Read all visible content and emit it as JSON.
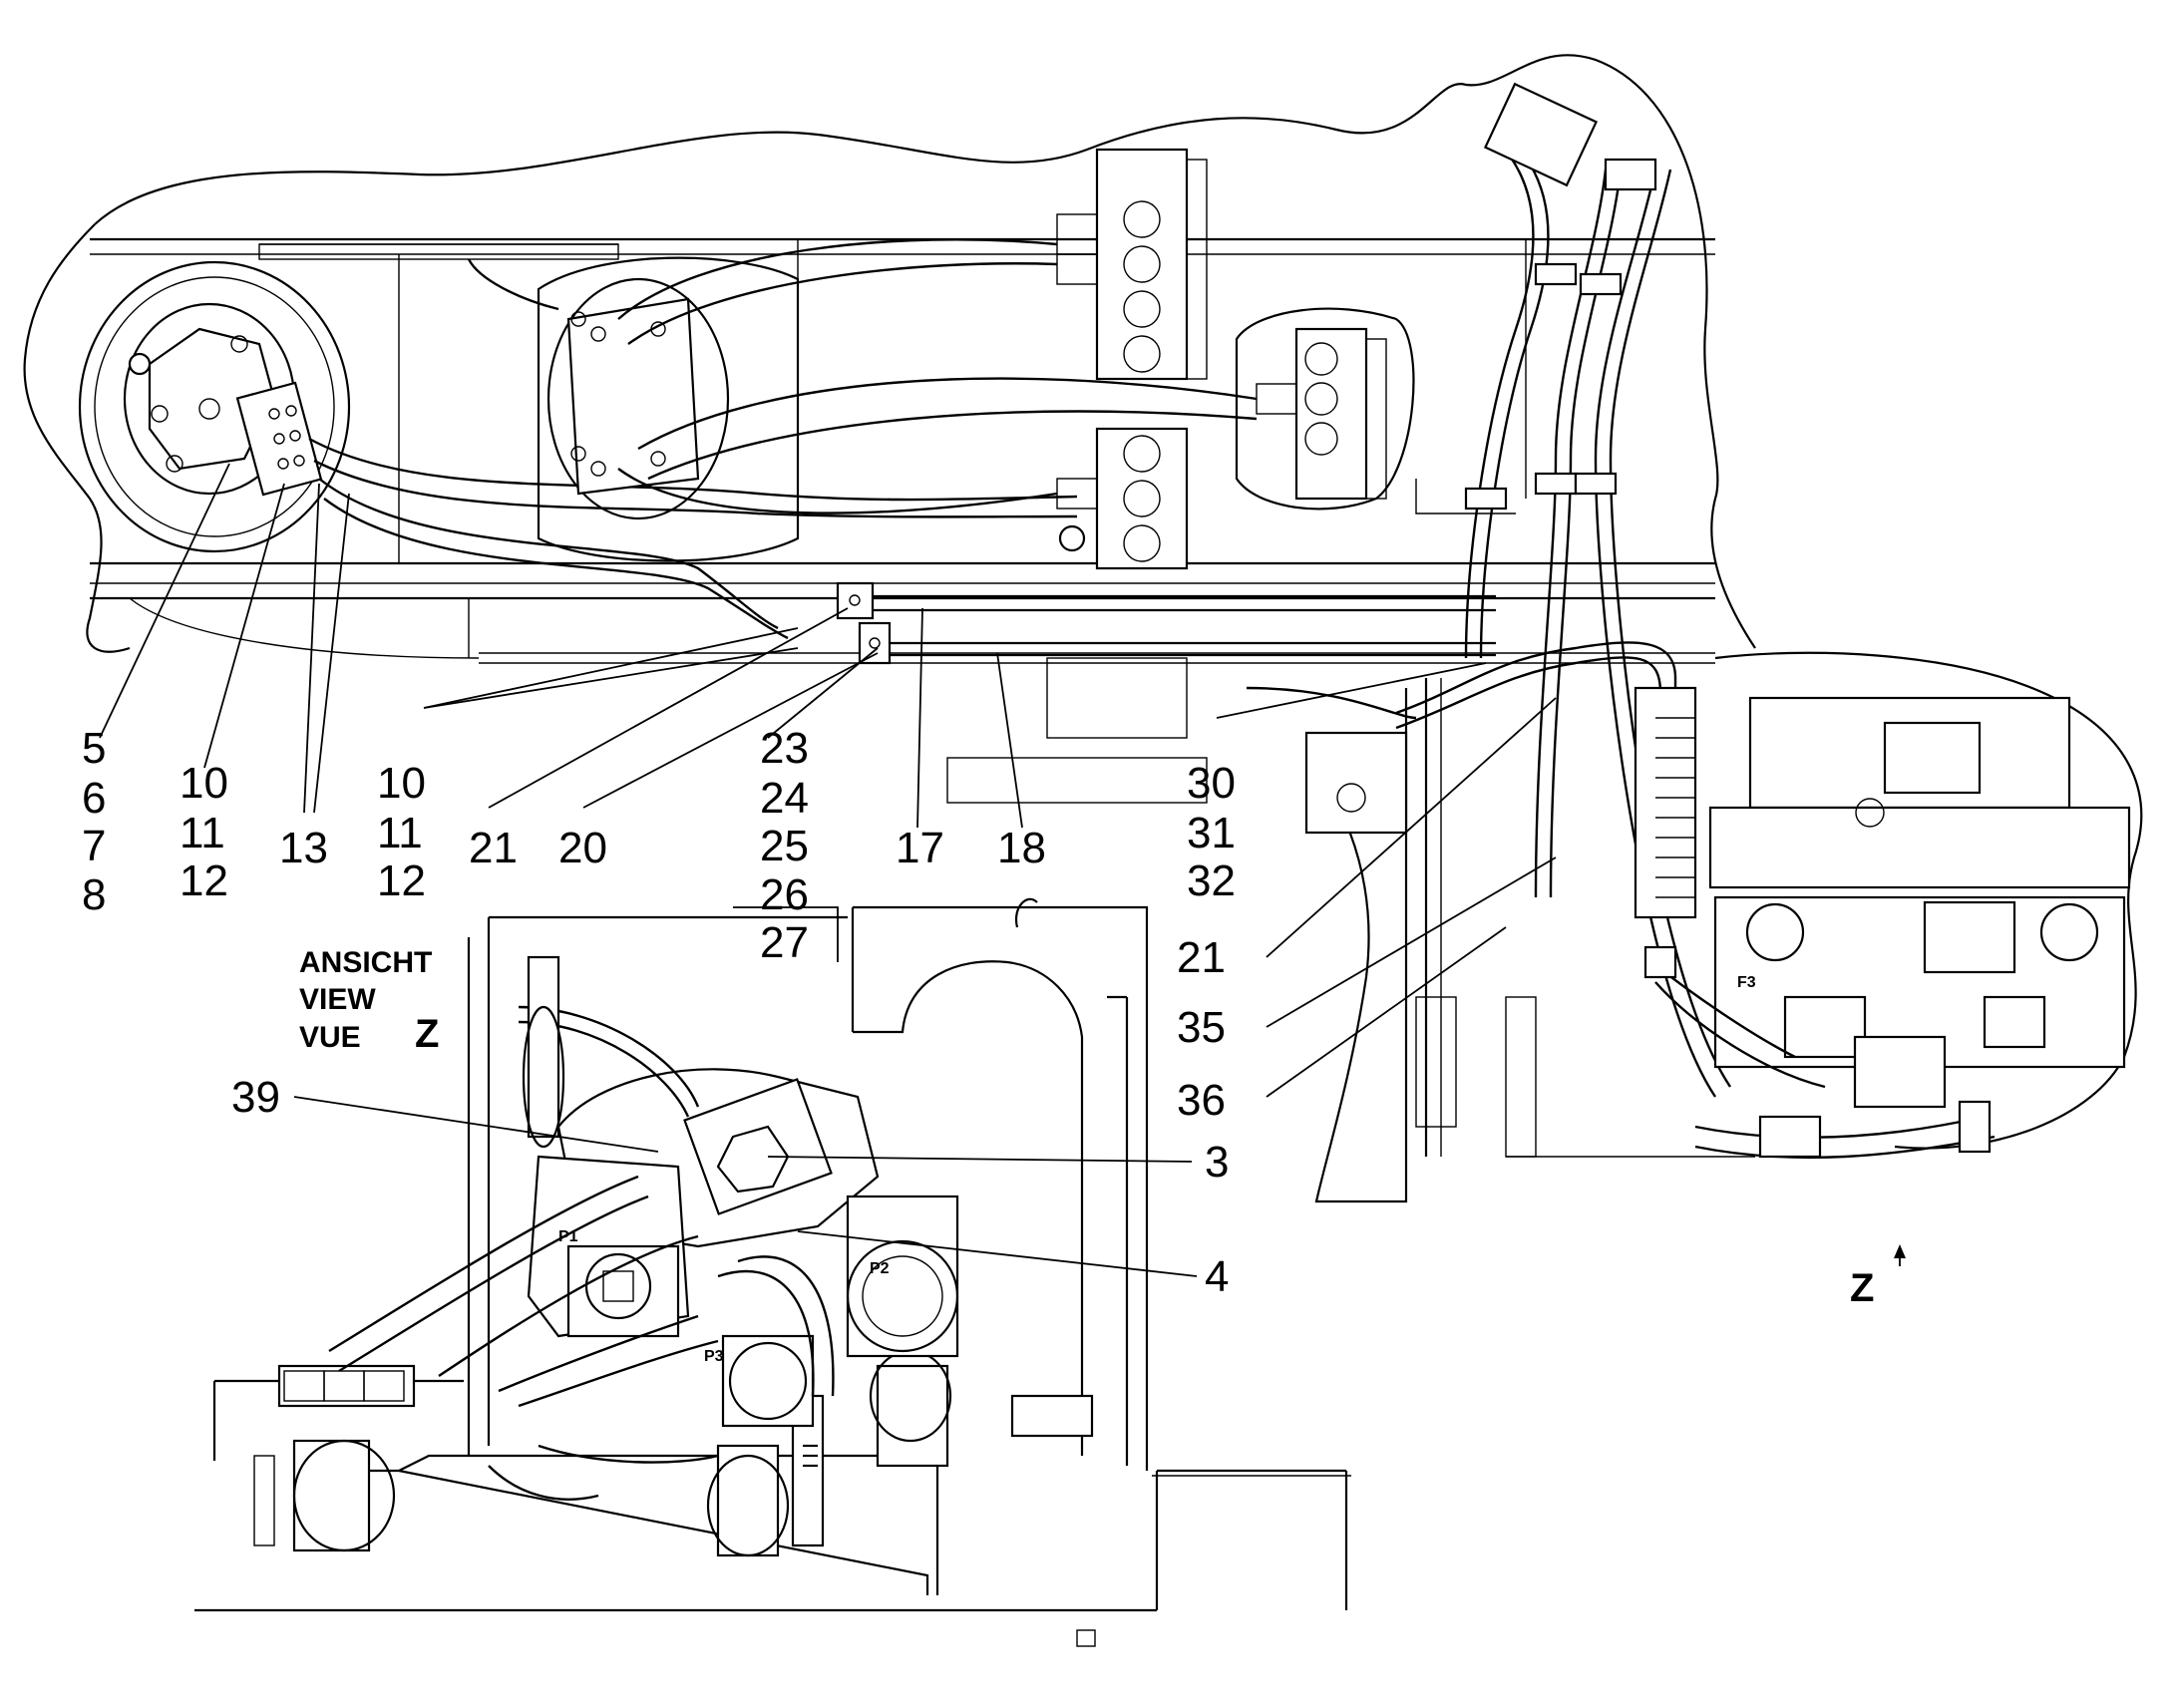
{
  "view": {
    "line1": "ANSICHT",
    "line2": "VIEW",
    "line3": "VUE",
    "letter": "Z",
    "arrow_letter": "Z"
  },
  "callouts": {
    "c5": "5",
    "c6": "6",
    "c7": "7",
    "c8": "8",
    "c10a": "10",
    "c11a": "11",
    "c12a": "12",
    "c13": "13",
    "c10b": "10",
    "c11b": "11",
    "c12b": "12",
    "c21a": "21",
    "c20": "20",
    "c23": "23",
    "c24": "24",
    "c25": "25",
    "c26": "26",
    "c27": "27",
    "c17": "17",
    "c18": "18",
    "c30": "30",
    "c31": "31",
    "c32": "32",
    "c21b": "21",
    "c35": "35",
    "c36": "36",
    "c39": "39",
    "c3": "3",
    "c4": "4"
  },
  "pump_labels": {
    "p1": "P1",
    "p2": "P2",
    "p3": "P3",
    "f3": "F3"
  }
}
